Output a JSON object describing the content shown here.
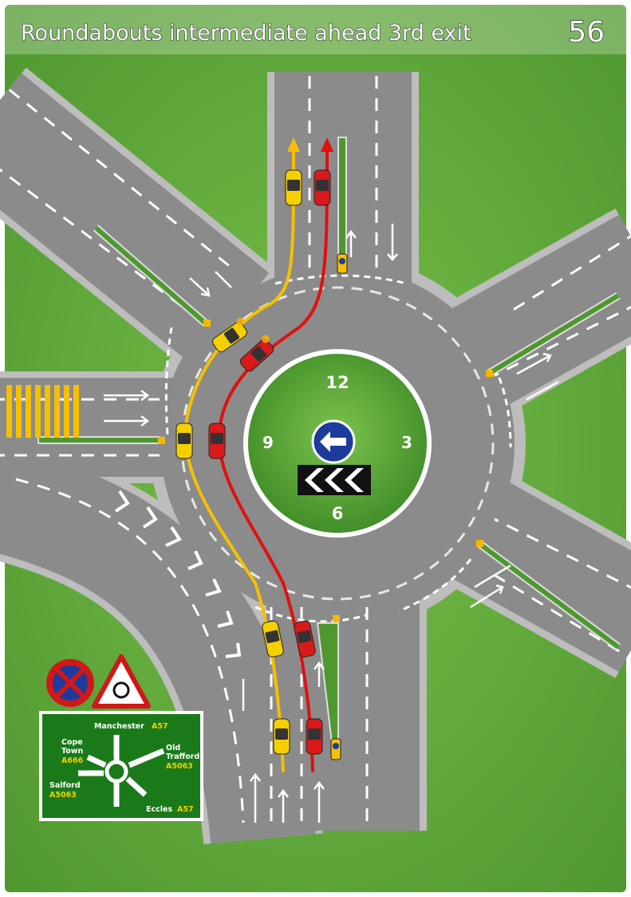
{
  "title": "Roundabouts intermediate ahead 3rd exit",
  "page_number": "56",
  "clock": {
    "twelve": "12",
    "three": "3",
    "six": "6",
    "nine": "9"
  },
  "sign": {
    "top_dest": "Manchester",
    "top_road": "A57",
    "left_dest_1": "Cope",
    "left_dest_2": "Town",
    "left_road": "A666",
    "right_dest_1": "Old",
    "right_dest_2": "Trafford",
    "right_road": "A5063",
    "lower_left_dest": "Salford",
    "lower_left_road": "A5063",
    "bottom_dest": "Eccles",
    "bottom_road": "A57"
  },
  "colors": {
    "grass": "#5fa83a",
    "road": "#8c8c8c",
    "kerb": "#b4b4b4",
    "yellow_route": "#f5c000",
    "red_route": "#e01010",
    "sign_green": "#1a7a1a",
    "sign_road_text": "#f2d000"
  },
  "icons": [
    "no-stopping-sign-icon",
    "roundabout-warning-sign-icon",
    "keep-left-arrow-icon",
    "chevron-sign-icon",
    "keep-left-bollard-icon"
  ]
}
